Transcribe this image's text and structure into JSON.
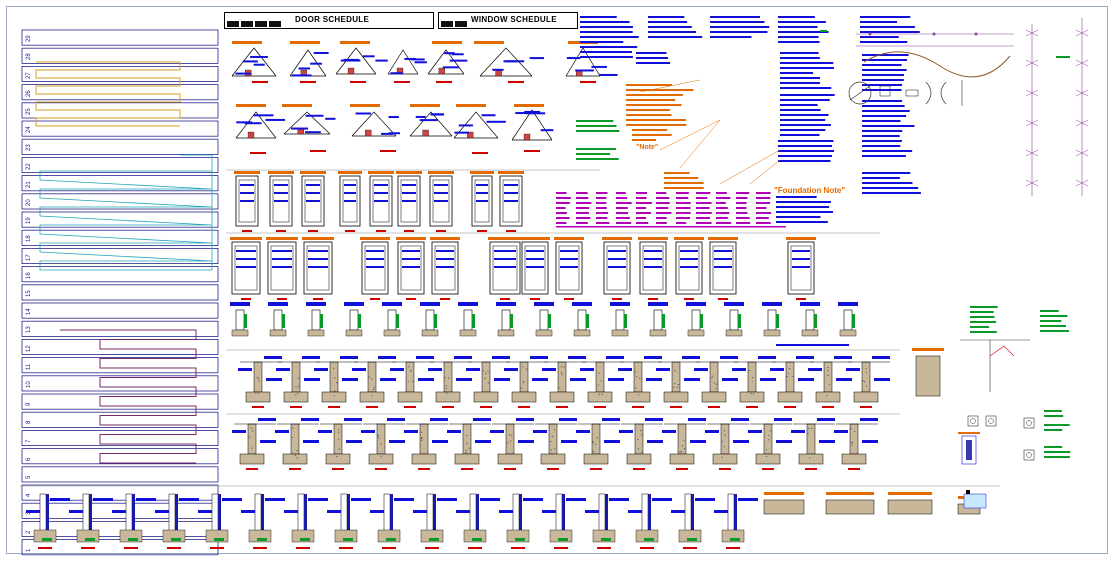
{
  "schedules": {
    "door_title": "DOOR SCHEDULE",
    "window_title": "WINDOW SCHEDULE"
  },
  "rail": {
    "labels": [
      "1",
      "2",
      "3",
      "4",
      "5",
      "6",
      "7",
      "8",
      "9",
      "10",
      "11",
      "12",
      "13",
      "14",
      "15",
      "16",
      "17",
      "18",
      "19",
      "20",
      "21",
      "22",
      "23",
      "24",
      "25",
      "26",
      "27",
      "28",
      "29"
    ]
  },
  "notes": {
    "note_label": "\"Note\"",
    "foundation_note": "\"Foundation Note\""
  },
  "colors": {
    "rail_border": "#26268f",
    "orange": "#e26a00",
    "blue": "#1010d8",
    "green": "#0a9a2a",
    "magenta": "#b000b8",
    "red": "#d00000",
    "cyan": "#20a8b8",
    "purple_conduit": "#7a2a6a",
    "gold_conduit": "#d8a020",
    "concrete": "#c9b79a",
    "sheet_border": "#9aa6c6"
  }
}
